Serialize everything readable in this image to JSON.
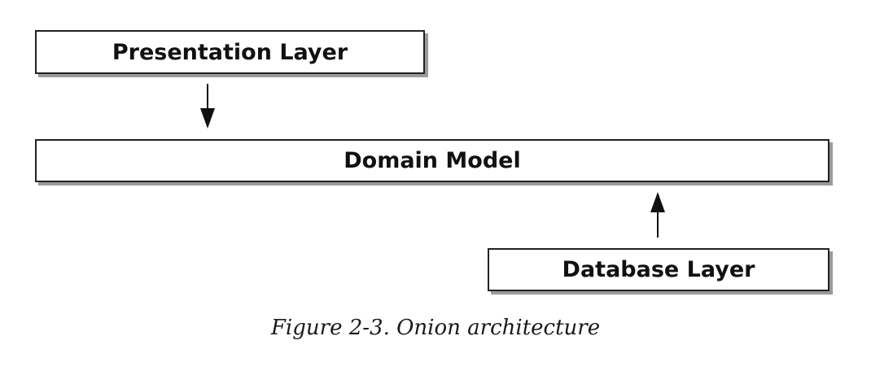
{
  "diagram": {
    "boxes": {
      "presentation": "Presentation Layer",
      "domain": "Domain Model",
      "database": "Database Layer"
    },
    "arrows": [
      {
        "from": "Presentation Layer",
        "to": "Domain Model"
      },
      {
        "from": "Database Layer",
        "to": "Domain Model"
      }
    ]
  },
  "caption": "Figure 2-3. Onion architecture"
}
